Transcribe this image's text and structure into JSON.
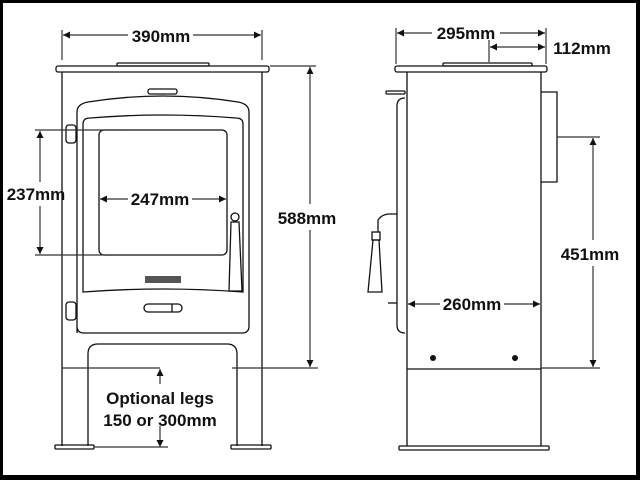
{
  "diagram": {
    "front_view": {
      "width_label": "390mm",
      "glass_height_label": "237mm",
      "glass_width_label": "247mm",
      "overall_height_label": "588mm",
      "legs_label_line1": "Optional legs",
      "legs_label_line2": "150 or 300mm"
    },
    "side_view": {
      "depth_label": "295mm",
      "flue_offset_label": "112mm",
      "flue_height_label": "451mm",
      "body_depth_label": "260mm"
    },
    "colors": {
      "background": "#ffffff",
      "line": "#111111",
      "frame": "#000000"
    }
  }
}
